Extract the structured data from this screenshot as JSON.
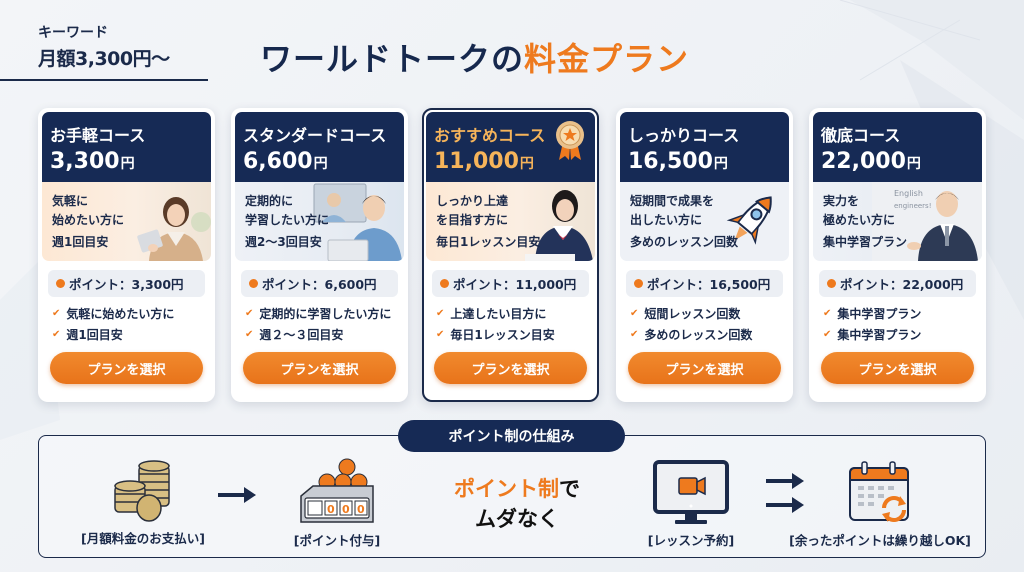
{
  "header": {
    "keyword_label": "キーワード",
    "keyword_value": "月額3,300円〜",
    "title_main": "ワールドトークの",
    "title_accent": "料金プラン"
  },
  "colors": {
    "navy": "#162a55",
    "orange": "#ee7a1e",
    "gold": "#f6b45a",
    "background": "#f3f5f8"
  },
  "plans": [
    {
      "name": "お手軽コース",
      "price": "3,300",
      "currency": "円",
      "featured": false,
      "visual_lines": [
        "気軽に",
        "始めたい方に",
        "週1回目安"
      ],
      "visual_icon": "woman-with-tablet",
      "point_label": "ポイント：3,300円",
      "features": [
        "気軽に始めたい方に",
        "週1回目安"
      ],
      "button": "プランを選択"
    },
    {
      "name": "スタンダードコース",
      "price": "6,600",
      "currency": "円",
      "featured": false,
      "visual_lines": [
        "定期的に",
        "学習したい方に",
        "週2〜3回目安"
      ],
      "visual_icon": "man-at-laptop",
      "point_label": "ポイント：6,600円",
      "features": [
        "定期的に学習したい方に",
        "週２〜３回目安"
      ],
      "button": "プランを選択"
    },
    {
      "name": "おすすめコース",
      "price": "11,000",
      "currency": "円",
      "featured": true,
      "badge": "award-medal",
      "visual_lines": [
        "しっかり上達",
        "を目指す方に",
        "毎日1レッスン目安"
      ],
      "visual_icon": "student-studying",
      "point_label": "ポイント：11,000円",
      "features": [
        "上達したい目方に",
        "毎日1レッスン目安"
      ],
      "button": "プランを選択"
    },
    {
      "name": "しっかりコース",
      "price": "16,500",
      "currency": "円",
      "featured": false,
      "visual_lines": [
        "短期間で成果を",
        "出したい方に",
        "多めのレッスン回数"
      ],
      "visual_icon": "rocket",
      "point_label": "ポイント：16,500円",
      "features": [
        "短間レッスン回数",
        "多めのレッスン回数"
      ],
      "button": "プランを選択"
    },
    {
      "name": "徹底コース",
      "price": "22,000",
      "currency": "円",
      "featured": false,
      "visual_lines": [
        "実力を",
        "極めたい方に",
        "集中学習プラン"
      ],
      "visual_icon": "teacher-at-whiteboard",
      "whiteboard_text": [
        "English",
        "engineers!"
      ],
      "point_label": "ポイント：22,000円",
      "features": [
        "集中学習プラン",
        "集中学習プラン"
      ],
      "button": "プランを選択"
    }
  ],
  "point_system": {
    "title": "ポイント制の仕組み",
    "steps": [
      {
        "label": "[月額料金のお支払い]",
        "icon": "coins-stack"
      },
      {
        "label": "[ポイント付与]",
        "icon": "point-counter",
        "counter": "000"
      },
      {
        "label": "[レッスン予約]",
        "icon": "video-monitor"
      },
      {
        "label": "[余ったポイントは繰り越しOK]",
        "icon": "calendar-refresh"
      }
    ],
    "slogan_accent": "ポイント制",
    "slogan_rest": "で",
    "slogan_line2": "ムダなく"
  }
}
